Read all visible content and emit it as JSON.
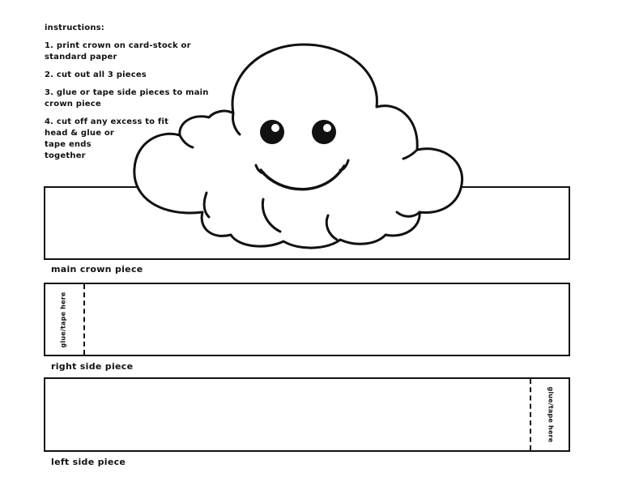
{
  "instructions": {
    "heading": "instructions:",
    "steps": [
      "1. print crown on card-stock or\nstandard paper",
      "2. cut out all 3 pieces",
      "3. glue or tape side pieces to main\ncrown piece",
      "4. cut off any excess to fit\nhead & glue or\ntape ends\ntogether"
    ]
  },
  "pieces": {
    "main": {
      "label": "main crown piece"
    },
    "right": {
      "label": "right side piece",
      "glue_text": "glue/tape here"
    },
    "left": {
      "label": "left side piece",
      "glue_text": "glue/tape here"
    }
  },
  "colors": {
    "line": "#111111",
    "background": "#ffffff"
  },
  "artwork": {
    "icon": "smiling-cloud-icon"
  }
}
